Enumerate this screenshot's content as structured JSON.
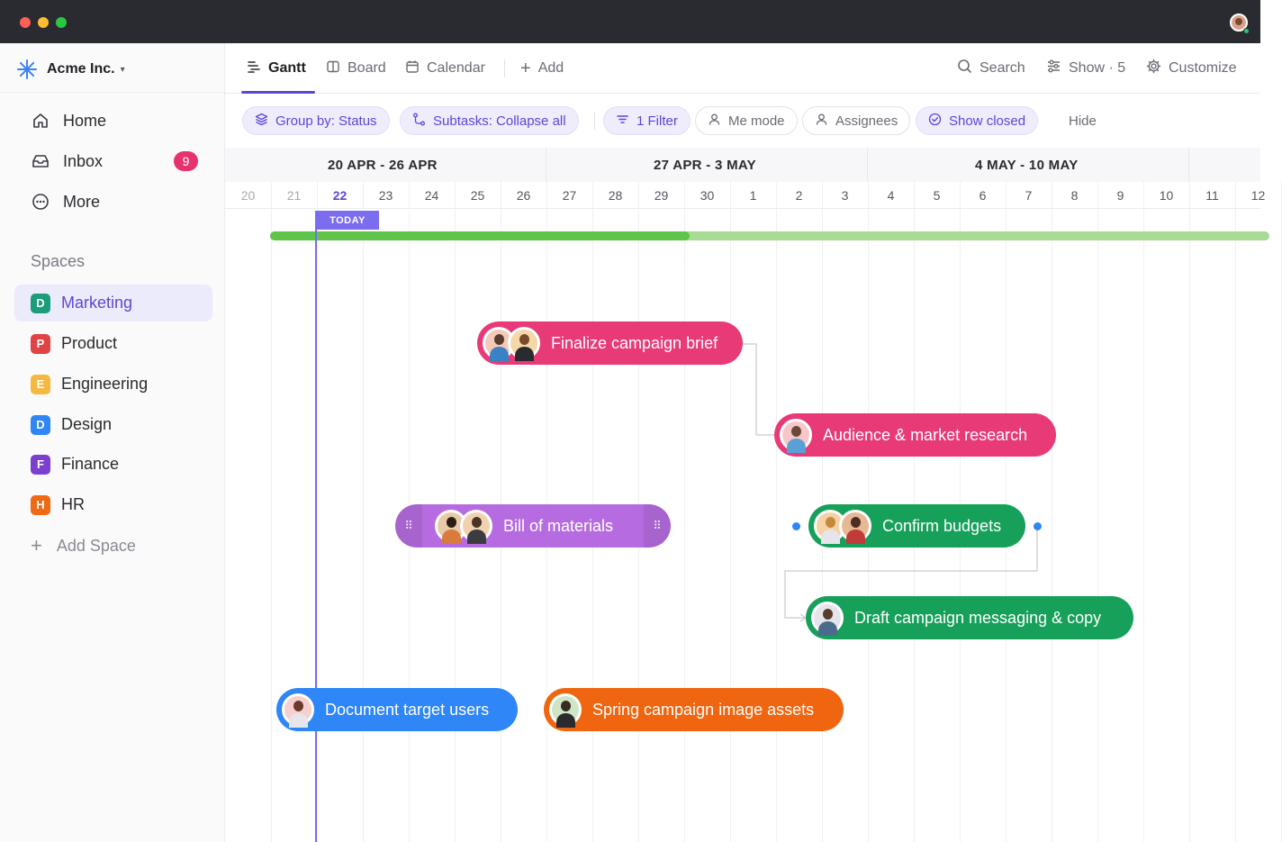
{
  "workspace": {
    "name": "Acme Inc."
  },
  "nav": [
    {
      "label": "Home",
      "icon": "home-icon"
    },
    {
      "label": "Inbox",
      "icon": "inbox-icon",
      "badge": "9"
    },
    {
      "label": "More",
      "icon": "more-icon"
    }
  ],
  "spaces": {
    "heading": "Spaces",
    "items": [
      {
        "letter": "D",
        "label": "Marketing",
        "color": "#1a9d7a",
        "active": true
      },
      {
        "letter": "P",
        "label": "Product",
        "color": "#e04343"
      },
      {
        "letter": "E",
        "label": "Engineering",
        "color": "#f5b942"
      },
      {
        "letter": "D",
        "label": "Design",
        "color": "#2f86f6"
      },
      {
        "letter": "F",
        "label": "Finance",
        "color": "#7c3fd1"
      },
      {
        "letter": "H",
        "label": "HR",
        "color": "#f06a16"
      }
    ],
    "add_label": "Add Space"
  },
  "tabs": [
    {
      "label": "Gantt",
      "icon": "gantt-icon",
      "active": true
    },
    {
      "label": "Board",
      "icon": "board-icon"
    },
    {
      "label": "Calendar",
      "icon": "calendar-icon"
    },
    {
      "label": "Add",
      "icon": "plus-icon"
    }
  ],
  "tools": {
    "search": "Search",
    "show": "Show · 5",
    "customize": "Customize"
  },
  "filters": {
    "group_by": "Group by: Status",
    "subtasks": "Subtasks: Collapse all",
    "filter": "1 Filter",
    "me_mode": "Me mode",
    "assignees": "Assignees",
    "show_closed": "Show closed",
    "hide": "Hide"
  },
  "gantt": {
    "weeks": [
      "20 APR - 26 APR",
      "27 APR - 3 MAY",
      "4 MAY - 10 MAY"
    ],
    "days": [
      "20",
      "21",
      "22",
      "23",
      "24",
      "25",
      "26",
      "27",
      "28",
      "29",
      "30",
      "1",
      "2",
      "3",
      "4",
      "5",
      "6",
      "7",
      "8",
      "9",
      "10",
      "11",
      "12"
    ],
    "today_label": "TODAY",
    "today_day": "22",
    "progress_fraction": 0.42,
    "tasks": [
      {
        "name": "Finalize campaign brief",
        "color": "#e73a76",
        "avatars": 2
      },
      {
        "name": "Audience & market research",
        "color": "#e73a76",
        "avatars": 1
      },
      {
        "name": "Bill of materials",
        "color": "#b66ce0",
        "avatars": 2
      },
      {
        "name": "Confirm budgets",
        "color": "#16a05a",
        "avatars": 2
      },
      {
        "name": "Draft campaign messaging & copy",
        "color": "#16a05a",
        "avatars": 1
      },
      {
        "name": "Document target users",
        "color": "#2f86f6",
        "avatars": 1
      },
      {
        "name": "Spring campaign image assets",
        "color": "#f0650f",
        "avatars": 1
      }
    ]
  }
}
